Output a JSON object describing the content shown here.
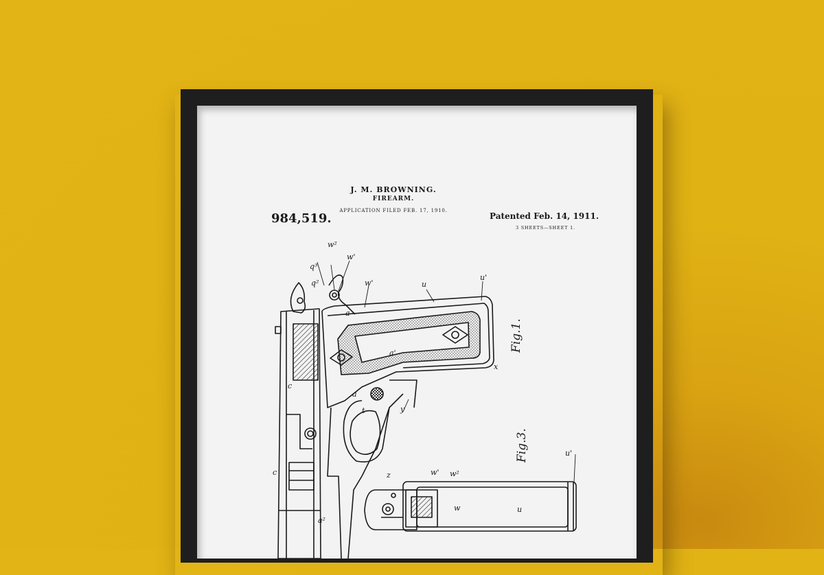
{
  "patent": {
    "inventor": "J. M. BROWNING.",
    "invention": "FIREARM.",
    "application_filed": "APPLICATION FILED FEB. 17, 1910.",
    "number": "984,519.",
    "patented": "Patented Feb. 14, 1911.",
    "sheets": "3 SHEETS—SHEET 1."
  },
  "figures": {
    "fig1": "Fig.1.",
    "fig3": "Fig.3."
  },
  "labels": {
    "u": "u",
    "u1": "u'",
    "a1": "a'",
    "w": "w",
    "w1": "w'",
    "w2": "w²",
    "q2": "q²",
    "q3": "q³",
    "a": "a",
    "c": "c",
    "t": "t",
    "x": "x",
    "z": "z",
    "y": "y",
    "a2": "a²"
  },
  "colors": {
    "wall": "#e3b416",
    "frame": "#1e1e1e",
    "paper": "#f2f3f2",
    "ink": "#1a1a1a"
  }
}
